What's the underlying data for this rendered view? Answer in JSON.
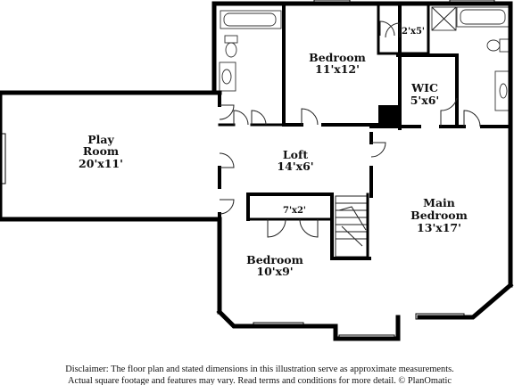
{
  "rooms": {
    "play_room": {
      "name_line1": "Play",
      "name_line2": "Room",
      "dims": "20'x11'"
    },
    "bedroom_top": {
      "name": "Bedroom",
      "dims": "11'x12'"
    },
    "closet_top": {
      "dims": "2'x5'"
    },
    "wic": {
      "name": "WIC",
      "dims": "5'x6'"
    },
    "loft": {
      "name": "Loft",
      "dims": "14'x6'"
    },
    "closet_mid": {
      "dims": "7'x2'"
    },
    "main_bedroom": {
      "name_line1": "Main",
      "name_line2": "Bedroom",
      "dims": "13'x17'"
    },
    "bedroom_bottom": {
      "name": "Bedroom",
      "dims": "10'x9'"
    }
  },
  "disclaimer": {
    "line1": "Disclaimer: The floor plan and stated dimensions in this illustration serve as approximate measurements.",
    "line2": "Actual square footage and features may vary. Read terms and conditions for more detail. © PlanOmatic"
  }
}
